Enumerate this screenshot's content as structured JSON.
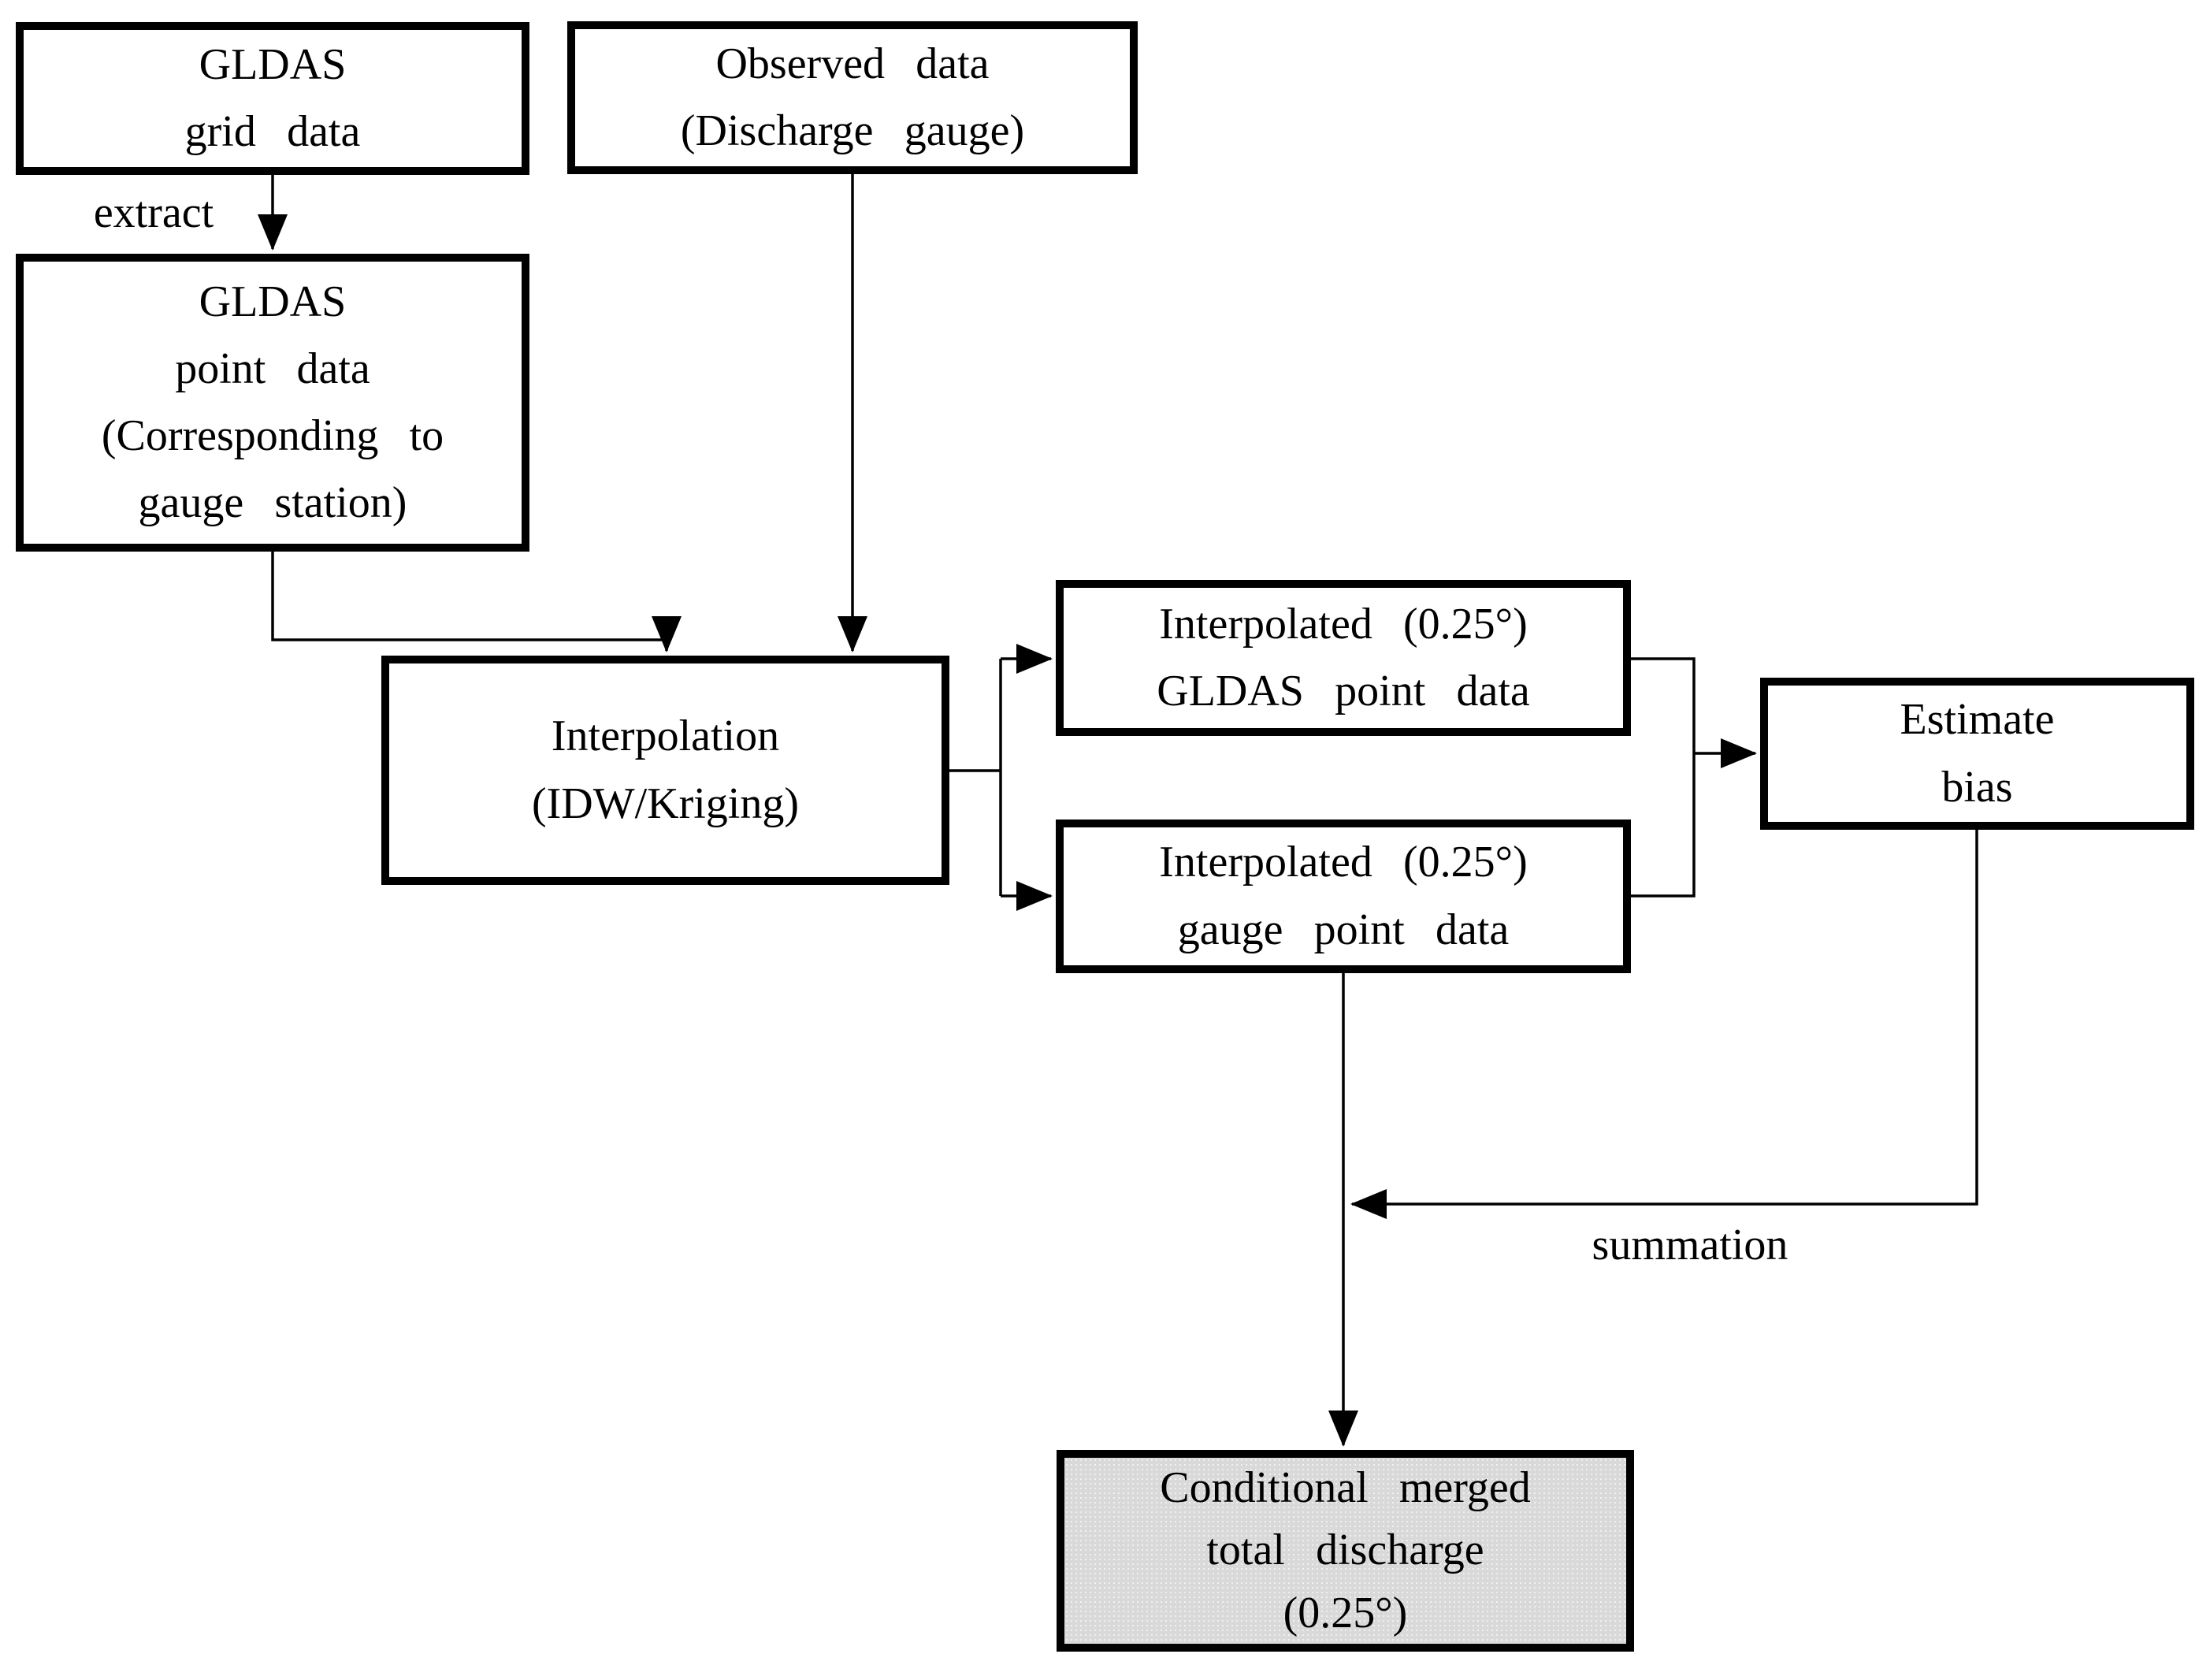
{
  "flowchart": {
    "nodes": {
      "gldas_grid": {
        "label": "GLDAS\ngrid data"
      },
      "gldas_point": {
        "label": "GLDAS\npoint data\n(Corresponding to\ngauge station)"
      },
      "observed_data": {
        "label": "Observed data\n(Discharge gauge)"
      },
      "interpolation": {
        "label": "Interpolation\n(IDW/Kriging)"
      },
      "interpolated_gldas": {
        "label": "Interpolated (0.25°)\nGLDAS point data"
      },
      "interpolated_gauge": {
        "label": "Interpolated (0.25°)\ngauge point data"
      },
      "estimate_bias": {
        "label": "Estimate\nbias"
      },
      "merged_discharge": {
        "label": "Conditional merged\ntotal discharge\n(0.25°)"
      }
    },
    "edge_labels": {
      "extract": "extract",
      "summation": "summation"
    },
    "colors": {
      "background": "#ffffff",
      "box_border": "#000000",
      "box_fill": "#ffffff",
      "merged_box_fill": "#d9d9d9",
      "line": "#000000",
      "text": "#000000"
    }
  }
}
